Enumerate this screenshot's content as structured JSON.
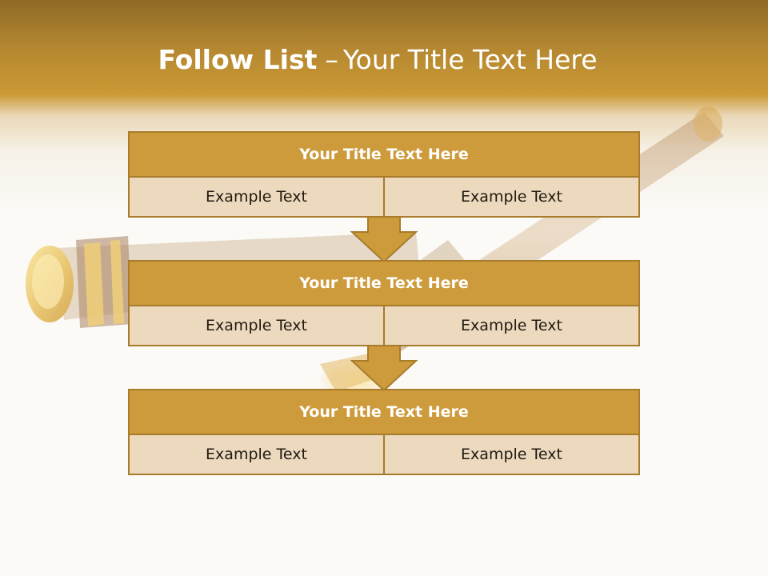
{
  "slide": {
    "title_bold": "Follow List",
    "title_separator": "–",
    "title_rest": "Your Title Text Here"
  },
  "colors": {
    "banner_top": "#8f6a27",
    "banner_bottom": "#cc9a35",
    "header_fill": "#cd9b3b",
    "row_fill": "#edd9be",
    "border": "#a77c2b",
    "arrow_fill": "#cd9b3b",
    "background": "#fbfaf6"
  },
  "background_art": {
    "icon": "fountain-pen-icon"
  },
  "blocks": [
    {
      "title": "Your Title Text Here",
      "cells": [
        "Example Text",
        "Example Text"
      ]
    },
    {
      "title": "Your Title Text Here",
      "cells": [
        "Example Text",
        "Example Text"
      ]
    },
    {
      "title": "Your Title Text Here",
      "cells": [
        "Example Text",
        "Example Text"
      ]
    }
  ],
  "connectors": {
    "icon": "down-arrow-icon",
    "count": 2
  }
}
